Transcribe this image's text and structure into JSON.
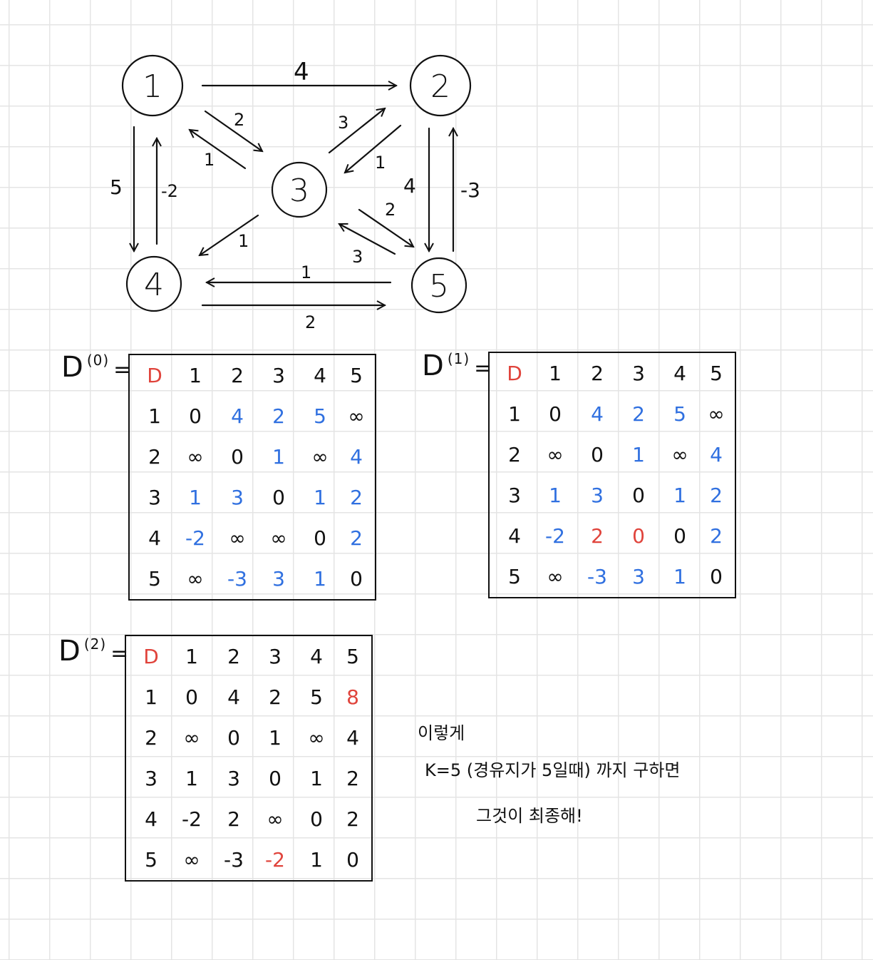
{
  "graph": {
    "nodes": [
      {
        "id": "n1",
        "label": "1"
      },
      {
        "id": "n2",
        "label": "2"
      },
      {
        "id": "n3",
        "label": "3"
      },
      {
        "id": "n4",
        "label": "4"
      },
      {
        "id": "n5",
        "label": "5"
      }
    ],
    "edges": [
      {
        "from": "1",
        "to": "2",
        "weight": "4"
      },
      {
        "from": "1",
        "to": "3",
        "weight": "2"
      },
      {
        "from": "3",
        "to": "1",
        "weight": "1"
      },
      {
        "from": "3",
        "to": "2",
        "weight": "3"
      },
      {
        "from": "2",
        "to": "3",
        "weight": "1"
      },
      {
        "from": "1",
        "to": "4",
        "weight": "5"
      },
      {
        "from": "4",
        "to": "1",
        "weight": "-2"
      },
      {
        "from": "2",
        "to": "5",
        "weight": "4"
      },
      {
        "from": "5",
        "to": "2",
        "weight": "-3"
      },
      {
        "from": "3",
        "to": "4",
        "weight": "1"
      },
      {
        "from": "3",
        "to": "5",
        "weight": "2"
      },
      {
        "from": "5",
        "to": "3",
        "weight": "3"
      },
      {
        "from": "5",
        "to": "4",
        "weight": "1"
      },
      {
        "from": "4",
        "to": "5",
        "weight": "2"
      }
    ]
  },
  "colors": {
    "red": "#e0443c",
    "blue": "#3070e0",
    "black": "#111111"
  },
  "matrices": [
    {
      "name": "D",
      "superscript": "(0)",
      "equals": "=",
      "rows": [
        [
          [
            "D",
            "red"
          ],
          [
            "1",
            "black"
          ],
          [
            "2",
            "black"
          ],
          [
            "3",
            "black"
          ],
          [
            "4",
            "black"
          ],
          [
            "5",
            "black"
          ]
        ],
        [
          [
            "1",
            "black"
          ],
          [
            "0",
            "black"
          ],
          [
            "4",
            "blue"
          ],
          [
            "2",
            "blue"
          ],
          [
            "5",
            "blue"
          ],
          [
            "∞",
            "black"
          ]
        ],
        [
          [
            "2",
            "black"
          ],
          [
            "∞",
            "black"
          ],
          [
            "0",
            "black"
          ],
          [
            "1",
            "blue"
          ],
          [
            "∞",
            "black"
          ],
          [
            "4",
            "blue"
          ]
        ],
        [
          [
            "3",
            "black"
          ],
          [
            "1",
            "blue"
          ],
          [
            "3",
            "blue"
          ],
          [
            "0",
            "black"
          ],
          [
            "1",
            "blue"
          ],
          [
            "2",
            "blue"
          ]
        ],
        [
          [
            "4",
            "black"
          ],
          [
            "-2",
            "blue"
          ],
          [
            "∞",
            "black"
          ],
          [
            "∞",
            "black"
          ],
          [
            "0",
            "black"
          ],
          [
            "2",
            "blue"
          ]
        ],
        [
          [
            "5",
            "black"
          ],
          [
            "∞",
            "black"
          ],
          [
            "-3",
            "blue"
          ],
          [
            "3",
            "blue"
          ],
          [
            "1",
            "blue"
          ],
          [
            "0",
            "black"
          ]
        ]
      ]
    },
    {
      "name": "D",
      "superscript": "(1)",
      "equals": "=",
      "rows": [
        [
          [
            "D",
            "red"
          ],
          [
            "1",
            "black"
          ],
          [
            "2",
            "black"
          ],
          [
            "3",
            "black"
          ],
          [
            "4",
            "black"
          ],
          [
            "5",
            "black"
          ]
        ],
        [
          [
            "1",
            "black"
          ],
          [
            "0",
            "black"
          ],
          [
            "4",
            "blue"
          ],
          [
            "2",
            "blue"
          ],
          [
            "5",
            "blue"
          ],
          [
            "∞",
            "black"
          ]
        ],
        [
          [
            "2",
            "black"
          ],
          [
            "∞",
            "black"
          ],
          [
            "0",
            "black"
          ],
          [
            "1",
            "blue"
          ],
          [
            "∞",
            "black"
          ],
          [
            "4",
            "blue"
          ]
        ],
        [
          [
            "3",
            "black"
          ],
          [
            "1",
            "blue"
          ],
          [
            "3",
            "blue"
          ],
          [
            "0",
            "black"
          ],
          [
            "1",
            "blue"
          ],
          [
            "2",
            "blue"
          ]
        ],
        [
          [
            "4",
            "black"
          ],
          [
            "-2",
            "blue"
          ],
          [
            "2",
            "red"
          ],
          [
            "0",
            "red"
          ],
          [
            "0",
            "black"
          ],
          [
            "2",
            "blue"
          ]
        ],
        [
          [
            "5",
            "black"
          ],
          [
            "∞",
            "black"
          ],
          [
            "-3",
            "blue"
          ],
          [
            "3",
            "blue"
          ],
          [
            "1",
            "blue"
          ],
          [
            "0",
            "black"
          ]
        ]
      ]
    },
    {
      "name": "D",
      "superscript": "(2)",
      "equals": "=",
      "rows": [
        [
          [
            "D",
            "red"
          ],
          [
            "1",
            "black"
          ],
          [
            "2",
            "black"
          ],
          [
            "3",
            "black"
          ],
          [
            "4",
            "black"
          ],
          [
            "5",
            "black"
          ]
        ],
        [
          [
            "1",
            "black"
          ],
          [
            "0",
            "black"
          ],
          [
            "4",
            "black"
          ],
          [
            "2",
            "black"
          ],
          [
            "5",
            "black"
          ],
          [
            "8",
            "red"
          ]
        ],
        [
          [
            "2",
            "black"
          ],
          [
            "∞",
            "black"
          ],
          [
            "0",
            "black"
          ],
          [
            "1",
            "black"
          ],
          [
            "∞",
            "black"
          ],
          [
            "4",
            "black"
          ]
        ],
        [
          [
            "3",
            "black"
          ],
          [
            "1",
            "black"
          ],
          [
            "3",
            "black"
          ],
          [
            "0",
            "black"
          ],
          [
            "1",
            "black"
          ],
          [
            "2",
            "black"
          ]
        ],
        [
          [
            "4",
            "black"
          ],
          [
            "-2",
            "black"
          ],
          [
            "2",
            "black"
          ],
          [
            "∞",
            "black"
          ],
          [
            "0",
            "black"
          ],
          [
            "2",
            "black"
          ]
        ],
        [
          [
            "5",
            "black"
          ],
          [
            "∞",
            "black"
          ],
          [
            "-3",
            "black"
          ],
          [
            "-2",
            "red"
          ],
          [
            "1",
            "black"
          ],
          [
            "0",
            "black"
          ]
        ]
      ]
    }
  ],
  "notes": {
    "line1": "이렇게",
    "line2": "K=5 (경유지가 5일때) 까지 구하면",
    "line3": "그것이 최종해!"
  }
}
